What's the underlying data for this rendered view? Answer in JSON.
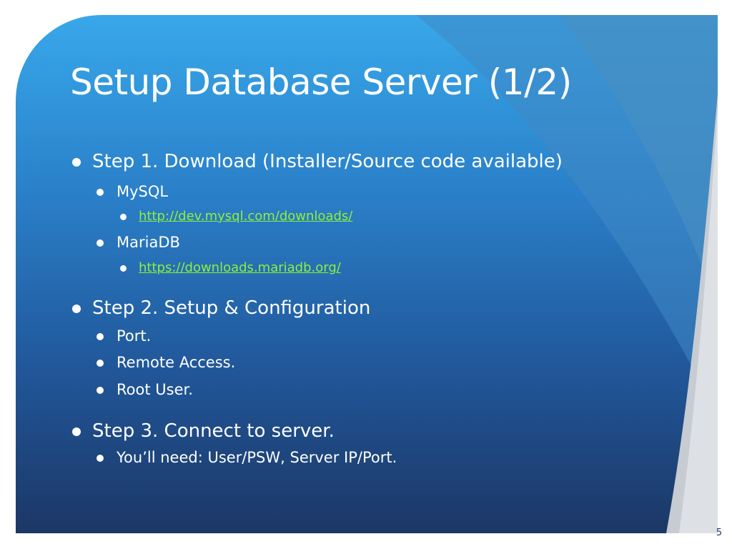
{
  "slide": {
    "title": "Setup Database Server (1/2)",
    "page_number": "5",
    "colors": {
      "panel_top": "#38a8ea",
      "panel_bottom": "#1c3765",
      "text": "#ffffff",
      "link": "#8ef03a"
    },
    "bullets": [
      {
        "text": "Step 1. Download (Installer/Source code available)",
        "children": [
          {
            "text": "MySQL",
            "children": [
              {
                "text": "http://dev.mysql.com/downloads/"
              }
            ]
          },
          {
            "text": "MariaDB",
            "children": [
              {
                "text": "https://downloads.mariadb.org/"
              }
            ]
          }
        ]
      },
      {
        "text": "Step 2. Setup & Configuration",
        "children": [
          {
            "text": "Port."
          },
          {
            "text": "Remote Access."
          },
          {
            "text": "Root User."
          }
        ]
      },
      {
        "text": "Step 3. Connect to server.",
        "children": [
          {
            "text": "You’ll need: User/PSW, Server IP/Port."
          }
        ]
      }
    ]
  }
}
